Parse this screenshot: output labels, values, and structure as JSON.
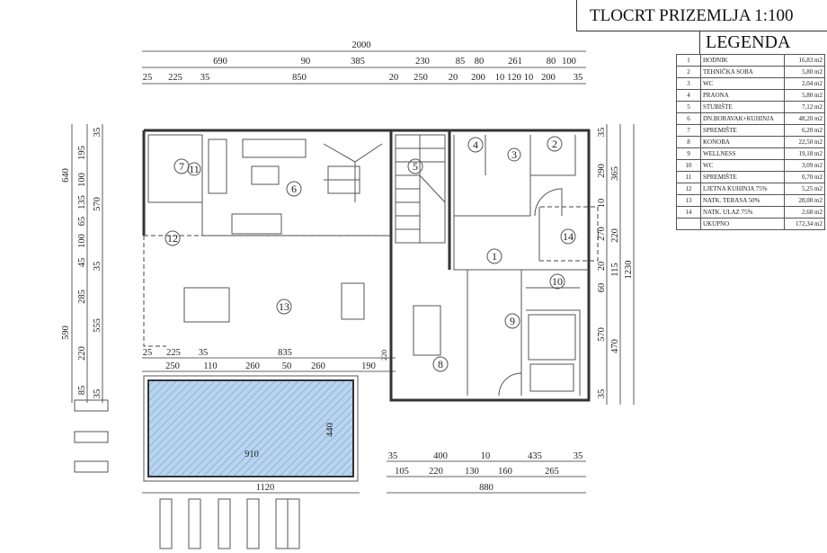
{
  "title": "TLOCRT PRIZEMLJA 1:100",
  "legend": {
    "title": "LEGENDA",
    "rows": [
      {
        "no": "1",
        "name": "HODNIK",
        "area": "16,83 m2"
      },
      {
        "no": "2",
        "name": "TEHNIČKA SOBA",
        "area": "5,80 m2"
      },
      {
        "no": "3",
        "name": "WC",
        "area": "2,04 m2"
      },
      {
        "no": "4",
        "name": "PRAONA",
        "area": "5,80 m2"
      },
      {
        "no": "5",
        "name": "STUBIŠTE",
        "area": "7,12 m2"
      },
      {
        "no": "6",
        "name": "DN.BORAVAK+KUHINJA",
        "area": "48,20 m2"
      },
      {
        "no": "7",
        "name": "SPREMIŠTE",
        "area": "6,20 m2"
      },
      {
        "no": "8",
        "name": "KONOBA",
        "area": "22,50 m2"
      },
      {
        "no": "9",
        "name": "WELLNESS",
        "area": "19,18 m2"
      },
      {
        "no": "10",
        "name": "WC",
        "area": "3,09 m2"
      },
      {
        "no": "11",
        "name": "SPREMIŠTE",
        "area": "0,70 m2"
      },
      {
        "no": "12",
        "name": "LJETNA KUHINJA 75%",
        "area": "5,25 m2"
      },
      {
        "no": "13",
        "name": "NATK. TERASA 50%",
        "area": "28,00 m2"
      },
      {
        "no": "14",
        "name": "NATK. ULAZ 75%",
        "area": "2,68 m2"
      }
    ],
    "total_label": "UKUPNO",
    "total_area": "172,34 m2"
  },
  "rooms": [
    "1",
    "2",
    "3",
    "4",
    "5",
    "6",
    "7",
    "8",
    "9",
    "10",
    "11",
    "12",
    "13",
    "14"
  ],
  "dims": {
    "top1": [
      "2000"
    ],
    "top2": [
      "690",
      "90",
      "385",
      "230",
      "85",
      "80",
      "261",
      "80",
      "100"
    ],
    "top3": [
      "25",
      "225",
      "35",
      "850",
      "20",
      "250",
      "20",
      "200",
      "10",
      "120",
      "10",
      "200",
      "35"
    ],
    "left_outer": [
      "640",
      "590"
    ],
    "left_mid": [
      "195",
      "100",
      "135",
      "65",
      "100",
      "45",
      "285",
      "220",
      "85"
    ],
    "left_inner": [
      "35",
      "570",
      "35",
      "555",
      "35"
    ],
    "right_inner": [
      "35",
      "290",
      "10",
      "270",
      "20",
      "60",
      "570",
      "35"
    ],
    "right_mid": [
      "365",
      "220",
      "115",
      "470"
    ],
    "right_outer": [
      "1230"
    ],
    "bottom1": [
      "25",
      "225",
      "35",
      "835",
      "220"
    ],
    "bottom2": [
      "250",
      "110",
      "260",
      "50",
      "260",
      "190"
    ],
    "pool": [
      "910",
      "440"
    ],
    "br1": [
      "35",
      "400",
      "10",
      "435",
      "35"
    ],
    "br2": [
      "105",
      "220",
      "130",
      "160",
      "265"
    ],
    "total_right": "880",
    "total_left": "1120"
  },
  "colors": {
    "pool": "#9fc3e6",
    "walls": "#333333"
  }
}
